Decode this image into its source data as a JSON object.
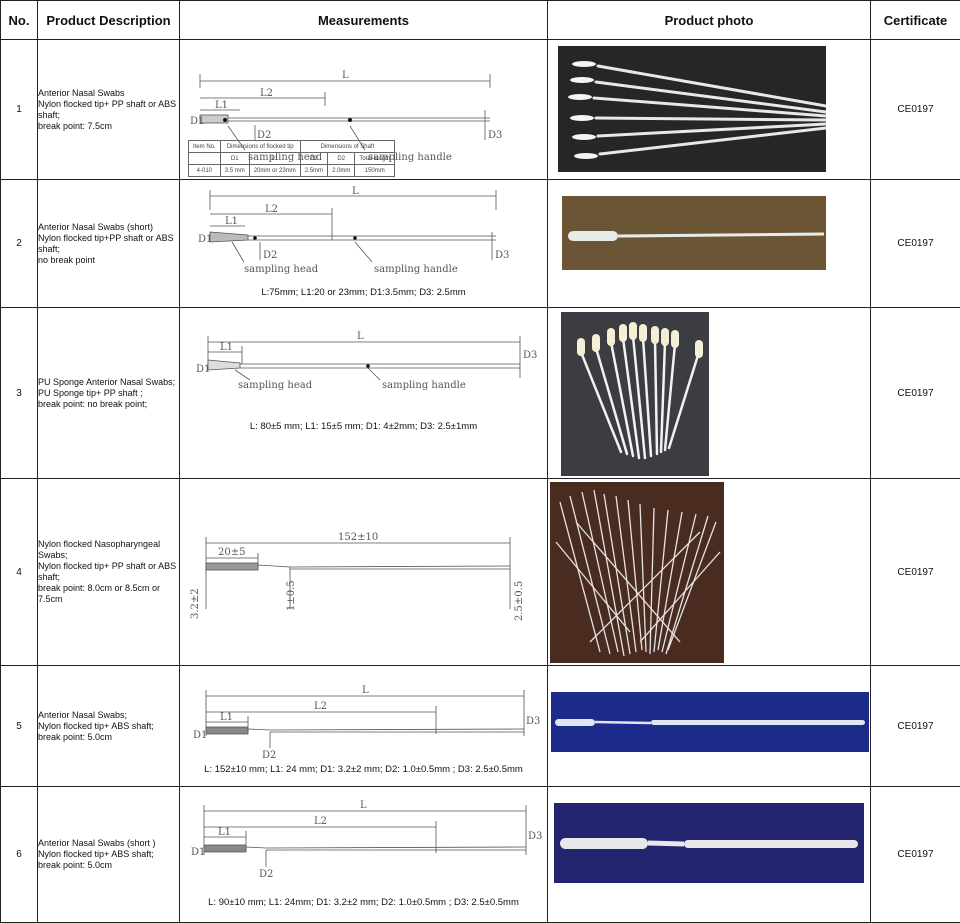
{
  "headers": {
    "no": "No.",
    "description": "Product Description",
    "measurements": "Measurements",
    "photo": "Product photo",
    "certificate": "Certificate"
  },
  "rows": [
    {
      "no": "1",
      "description": "Anterior Nasal Swabs\nNylon flocked tip+ PP shaft or ABS shaft;\nbreak point: 7.5cm",
      "certificate": "CE0197",
      "labels": {
        "L": "L",
        "L1": "L1",
        "L2": "L2",
        "D1": "D1",
        "D2": "D2",
        "D3": "D3",
        "head": "sampling head",
        "handle": "sampling handle"
      },
      "spec_table": {
        "header1": [
          "Item No.",
          "Dimensions of flocked tip",
          "Dimensions of Shaft"
        ],
        "header2": [
          "D1",
          "L1",
          "D3",
          "D2",
          "Total length"
        ],
        "row": [
          "4-010",
          "3.5 mm",
          "20mm or 23mm",
          "2.5mm",
          "2.0mm",
          "150mm"
        ]
      },
      "photo_bg": "#262626"
    },
    {
      "no": "2",
      "description": "Anterior Nasal Swabs (short)\nNylon flocked tip+PP shaft or ABS shaft;\nno break point",
      "certificate": "CE0197",
      "labels": {
        "L": "L",
        "L1": "L1",
        "L2": "L2",
        "D1": "D1",
        "D2": "D2",
        "D3": "D3",
        "head": "sampling head",
        "handle": "sampling handle"
      },
      "note": "L:75mm; L1:20 or 23mm; D1:3.5mm; D3: 2.5mm",
      "photo_bg": "#6b5535"
    },
    {
      "no": "3",
      "description": "PU Sponge Anterior Nasal Swabs;\nPU Sponge tip+ PP shaft ;\nbreak point:  no break point;",
      "certificate": "CE0197",
      "labels": {
        "L": "L",
        "L1": "L1",
        "D1": "D1",
        "D3": "D3",
        "head": "sampling head",
        "handle": "sampling handle"
      },
      "note": "L: 80±5 mm;  L1: 15±5 mm;  D1: 4±2mm;  D3: 2.5±1mm",
      "photo_bg": "#3b3d42"
    },
    {
      "no": "4",
      "description": "Nylon flocked Nasopharyngeal Swabs;\nNylon flocked tip+ PP shaft or ABS shaft;\nbreak point: 8.0cm or 8.5cm or 7.5cm",
      "certificate": "CE0197",
      "labels": {
        "total": "152±10",
        "tip": "20±5",
        "d1": "3.2±2",
        "d2": "1±0.5",
        "d3": "2.5±0.5"
      },
      "photo_bg": "#4a2b20"
    },
    {
      "no": "5",
      "description": "Anterior Nasal Swabs;\nNylon flocked tip+ ABS shaft;\nbreak point: 5.0cm",
      "certificate": "CE0197",
      "labels": {
        "L": "L",
        "L1": "L1",
        "L2": "L2",
        "D1": "D1",
        "D2": "D2",
        "D3": "D3"
      },
      "note": "L: 152±10 mm;  L1: 24 mm;  D1: 3.2±2 mm;  D2: 1.0±0.5mm ;   D3: 2.5±0.5mm",
      "photo_bg": "#1c2a8a"
    },
    {
      "no": "6",
      "description": "Anterior Nasal Swabs (short )\nNylon flocked tip+ ABS shaft;\nbreak point: 5.0cm",
      "certificate": "CE0197",
      "labels": {
        "L": "L",
        "L1": "L1",
        "L2": "L2",
        "D1": "D1",
        "D2": "D2",
        "D3": "D3"
      },
      "note": "L: 90±10 mm;  L1: 24mm;  D1: 3.2±2 mm;  D2: 1.0±0.5mm ;   D3: 2.5±0.5mm",
      "photo_bg": "#22246e"
    }
  ]
}
